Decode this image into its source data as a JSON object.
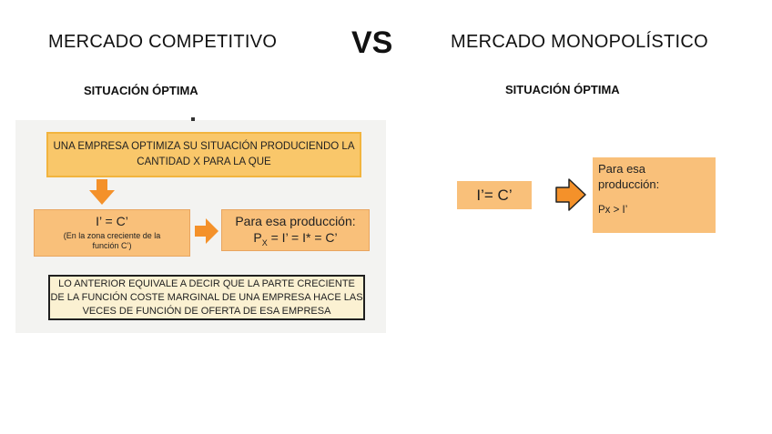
{
  "colors": {
    "orange_fill": "#f9c07a",
    "yellow_box": "#f9c76a",
    "arrow": "#f4912a",
    "panel_bg": "#f3f3f1",
    "note_bg": "#fbf1d2"
  },
  "header": {
    "left_title": "MERCADO COMPETITIVO",
    "vs": "VS",
    "right_title": "MERCADO MONOPOLÍSTICO"
  },
  "left": {
    "subtitle": "SITUACIÓN ÓPTIMA",
    "box_top": "UNA EMPRESA OPTIMIZA SU SITUACIÓN PRODUCIENDO LA\nCANTIDAD X PARA LA QUE",
    "box_left_eq": "I’ = C’",
    "box_left_note": "(En la zona creciente de la\nfunción C’)",
    "box_right_title": "Para esa producción:",
    "box_right_px": "P",
    "box_right_sub": "X",
    "box_right_eq": " = I’ = I* = C’",
    "note_part1": "LO ANTERIOR EQUIVALE A DECIR QUE ",
    "note_part2": "LA PARTE CRECIENTE DE LA FUNCIÓN COSTE MARGINAL DE UNA EMPRESA",
    "note_part3": " HACE LAS VECES DE ",
    "note_part4": "FUNCIÓN DE OFERTA",
    "note_part5": " DE ESA EMPRESA"
  },
  "right": {
    "subtitle": "SITUACIÓN ÓPTIMA",
    "eq_box": "I’= C’",
    "prod_title": "Para esa\nproducción:",
    "prod_eq": "Px > I’"
  },
  "icons": {
    "down_arrow": "down-arrow-icon",
    "right_arrow_left": "right-arrow-icon",
    "right_arrow_right": "right-arrow-icon"
  }
}
